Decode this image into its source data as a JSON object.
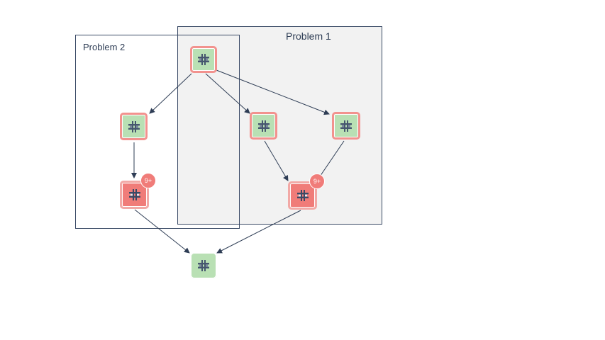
{
  "groups": {
    "problem1": {
      "label": "Problem 1"
    },
    "problem2": {
      "label": "Problem 2"
    }
  },
  "nodes": [
    {
      "id": "top",
      "status": "ok"
    },
    {
      "id": "left-mid",
      "status": "ok"
    },
    {
      "id": "center-mid",
      "status": "ok"
    },
    {
      "id": "right-mid",
      "status": "ok"
    },
    {
      "id": "left-error",
      "status": "error",
      "badge": "9+"
    },
    {
      "id": "right-error",
      "status": "error",
      "badge": "9+"
    },
    {
      "id": "bottom",
      "status": "ok"
    }
  ],
  "edges": [
    {
      "from": "top",
      "to": "left-mid"
    },
    {
      "from": "top",
      "to": "center-mid"
    },
    {
      "from": "top",
      "to": "right-mid"
    },
    {
      "from": "left-mid",
      "to": "left-error"
    },
    {
      "from": "center-mid",
      "to": "right-error"
    },
    {
      "from": "right-mid",
      "to": "right-error"
    },
    {
      "from": "left-error",
      "to": "bottom"
    },
    {
      "from": "right-error",
      "to": "bottom"
    }
  ],
  "colors": {
    "ok_fill": "#b9e0b4",
    "error_fill": "#f07c79",
    "outline": "#f2928e",
    "edge": "#2e3d55",
    "group_border": "#3a4a66",
    "group_fill": "#f2f2f2"
  },
  "icon": "service-icon"
}
